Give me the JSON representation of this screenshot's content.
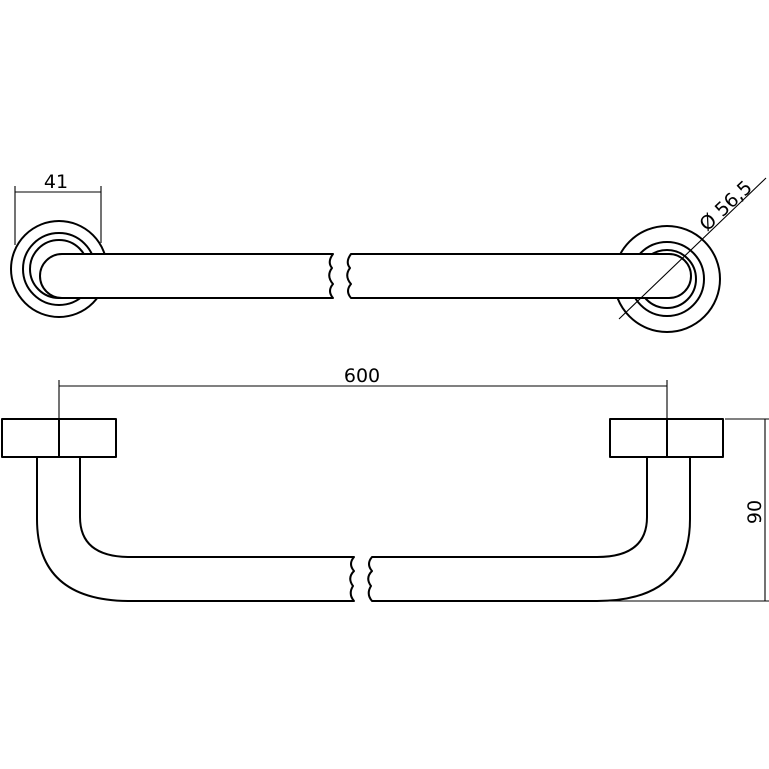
{
  "dimensions": {
    "rosette_width": "41",
    "rosette_diameter": "Ø 56,5",
    "length": "600",
    "depth": "90"
  }
}
